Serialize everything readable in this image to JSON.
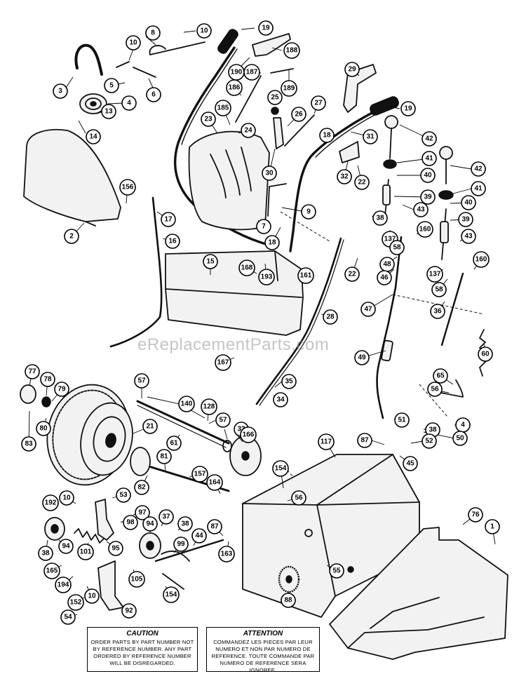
{
  "watermark": "eReplacementParts.com",
  "caution": {
    "title": "CAUTION",
    "body": "ORDER PARTS BY PART NUMBER NOT BY REFERENCE NUMBER. ANY PART ORDERED BY REFERENCE NUMBER WILL BE DISREGARDED."
  },
  "attention": {
    "title": "ATTENTION",
    "body": "COMMANDEZ LES PIECES PAR LEUR NUMERO ET NON PAR NUMERO DE REFERENCE. TOUTE COMMANDE PAR NUMERO DE REFERENCE SERA IGNOREE."
  },
  "callouts": [
    "19",
    "8",
    "10",
    "188",
    "3",
    "10",
    "190",
    "5",
    "6",
    "187",
    "29",
    "189",
    "186",
    "25",
    "4",
    "185",
    "27",
    "26",
    "19",
    "13",
    "23",
    "14",
    "24",
    "18",
    "31",
    "42",
    "30",
    "41",
    "32",
    "22",
    "40",
    "156",
    "9",
    "39",
    "43",
    "2",
    "17",
    "7",
    "38",
    "137",
    "160",
    "18",
    "16",
    "58",
    "42",
    "41",
    "15",
    "168",
    "193",
    "161",
    "22",
    "48",
    "40",
    "46",
    "39",
    "43",
    "137",
    "160",
    "58",
    "28",
    "47",
    "36",
    "167",
    "60",
    "77",
    "78",
    "79",
    "57",
    "140",
    "49",
    "65",
    "128",
    "56",
    "35",
    "34",
    "57",
    "21",
    "80",
    "33",
    "166",
    "51",
    "4",
    "61",
    "117",
    "87",
    "38",
    "50",
    "83",
    "52",
    "45",
    "81",
    "157",
    "154",
    "164",
    "82",
    "56",
    "53",
    "192",
    "10",
    "97",
    "98",
    "94",
    "37",
    "38",
    "76",
    "1",
    "95",
    "87",
    "94",
    "99",
    "44",
    "101",
    "163",
    "55",
    "38",
    "105",
    "165",
    "194",
    "10",
    "154",
    "88",
    "152",
    "92",
    "54"
  ]
}
